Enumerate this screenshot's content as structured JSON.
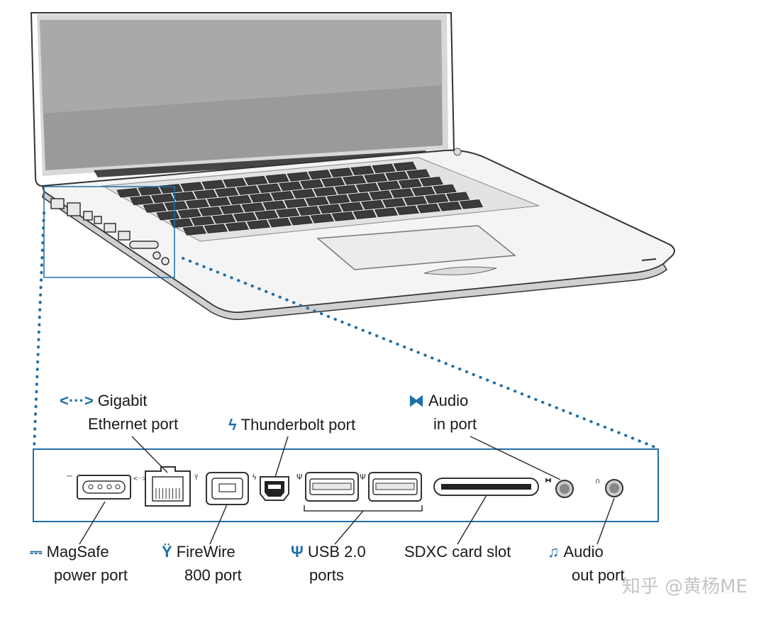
{
  "labels": {
    "ethernet": {
      "icon": "<···>",
      "line1": "Gigabit",
      "line2": "Ethernet port"
    },
    "thunderbolt": {
      "icon": "ϟ",
      "text": "Thunderbolt port"
    },
    "audio_in": {
      "icon": "⧓",
      "line1": "Audio",
      "line2": "in port"
    },
    "magsafe": {
      "icon": "⎓",
      "line1": "MagSafe",
      "line2": "power port"
    },
    "firewire": {
      "icon": "Ÿ",
      "line1": "FireWire",
      "line2": "800 port"
    },
    "usb": {
      "icon": "Ψ",
      "line1": "USB 2.0",
      "line2": "ports"
    },
    "sdxc": {
      "text": "SDXC card slot"
    },
    "audio_out": {
      "icon": "♫",
      "line1": "Audio",
      "line2": "out port"
    }
  },
  "watermark": "知乎 @黄杨ME",
  "icons": {
    "ethernet": "ethernet-icon",
    "thunderbolt": "thunderbolt-icon",
    "audio_in": "audio-in-icon",
    "magsafe": "magsafe-icon",
    "firewire": "firewire-icon",
    "usb": "usb-icon",
    "audio_out": "headphones-icon"
  },
  "colors": {
    "accent": "#1f6fa8",
    "outline": "#2a2a2a",
    "laptop_fill": "#f2f2f2"
  }
}
